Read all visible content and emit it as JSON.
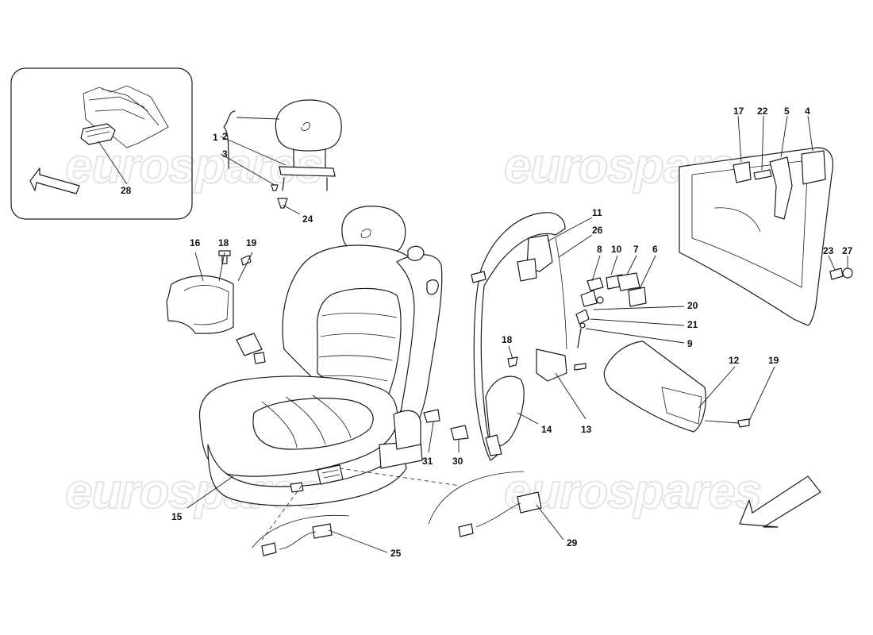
{
  "watermark": "eurospares",
  "labels": {
    "l1": "1",
    "l2": "2",
    "l3": "3",
    "l4": "4",
    "l5": "5",
    "l6": "6",
    "l7": "7",
    "l8": "8",
    "l9": "9",
    "l10": "10",
    "l11": "11",
    "l12": "12",
    "l13": "13",
    "l14": "14",
    "l15": "15",
    "l16": "16",
    "l17": "17",
    "l18a": "18",
    "l18b": "18",
    "l19a": "19",
    "l19b": "19",
    "l20": "20",
    "l21": "21",
    "l22": "22",
    "l23": "23",
    "l24": "24",
    "l25": "25",
    "l26": "26",
    "l27": "27",
    "l28": "28",
    "l29": "29",
    "l30": "30",
    "l31": "31"
  }
}
